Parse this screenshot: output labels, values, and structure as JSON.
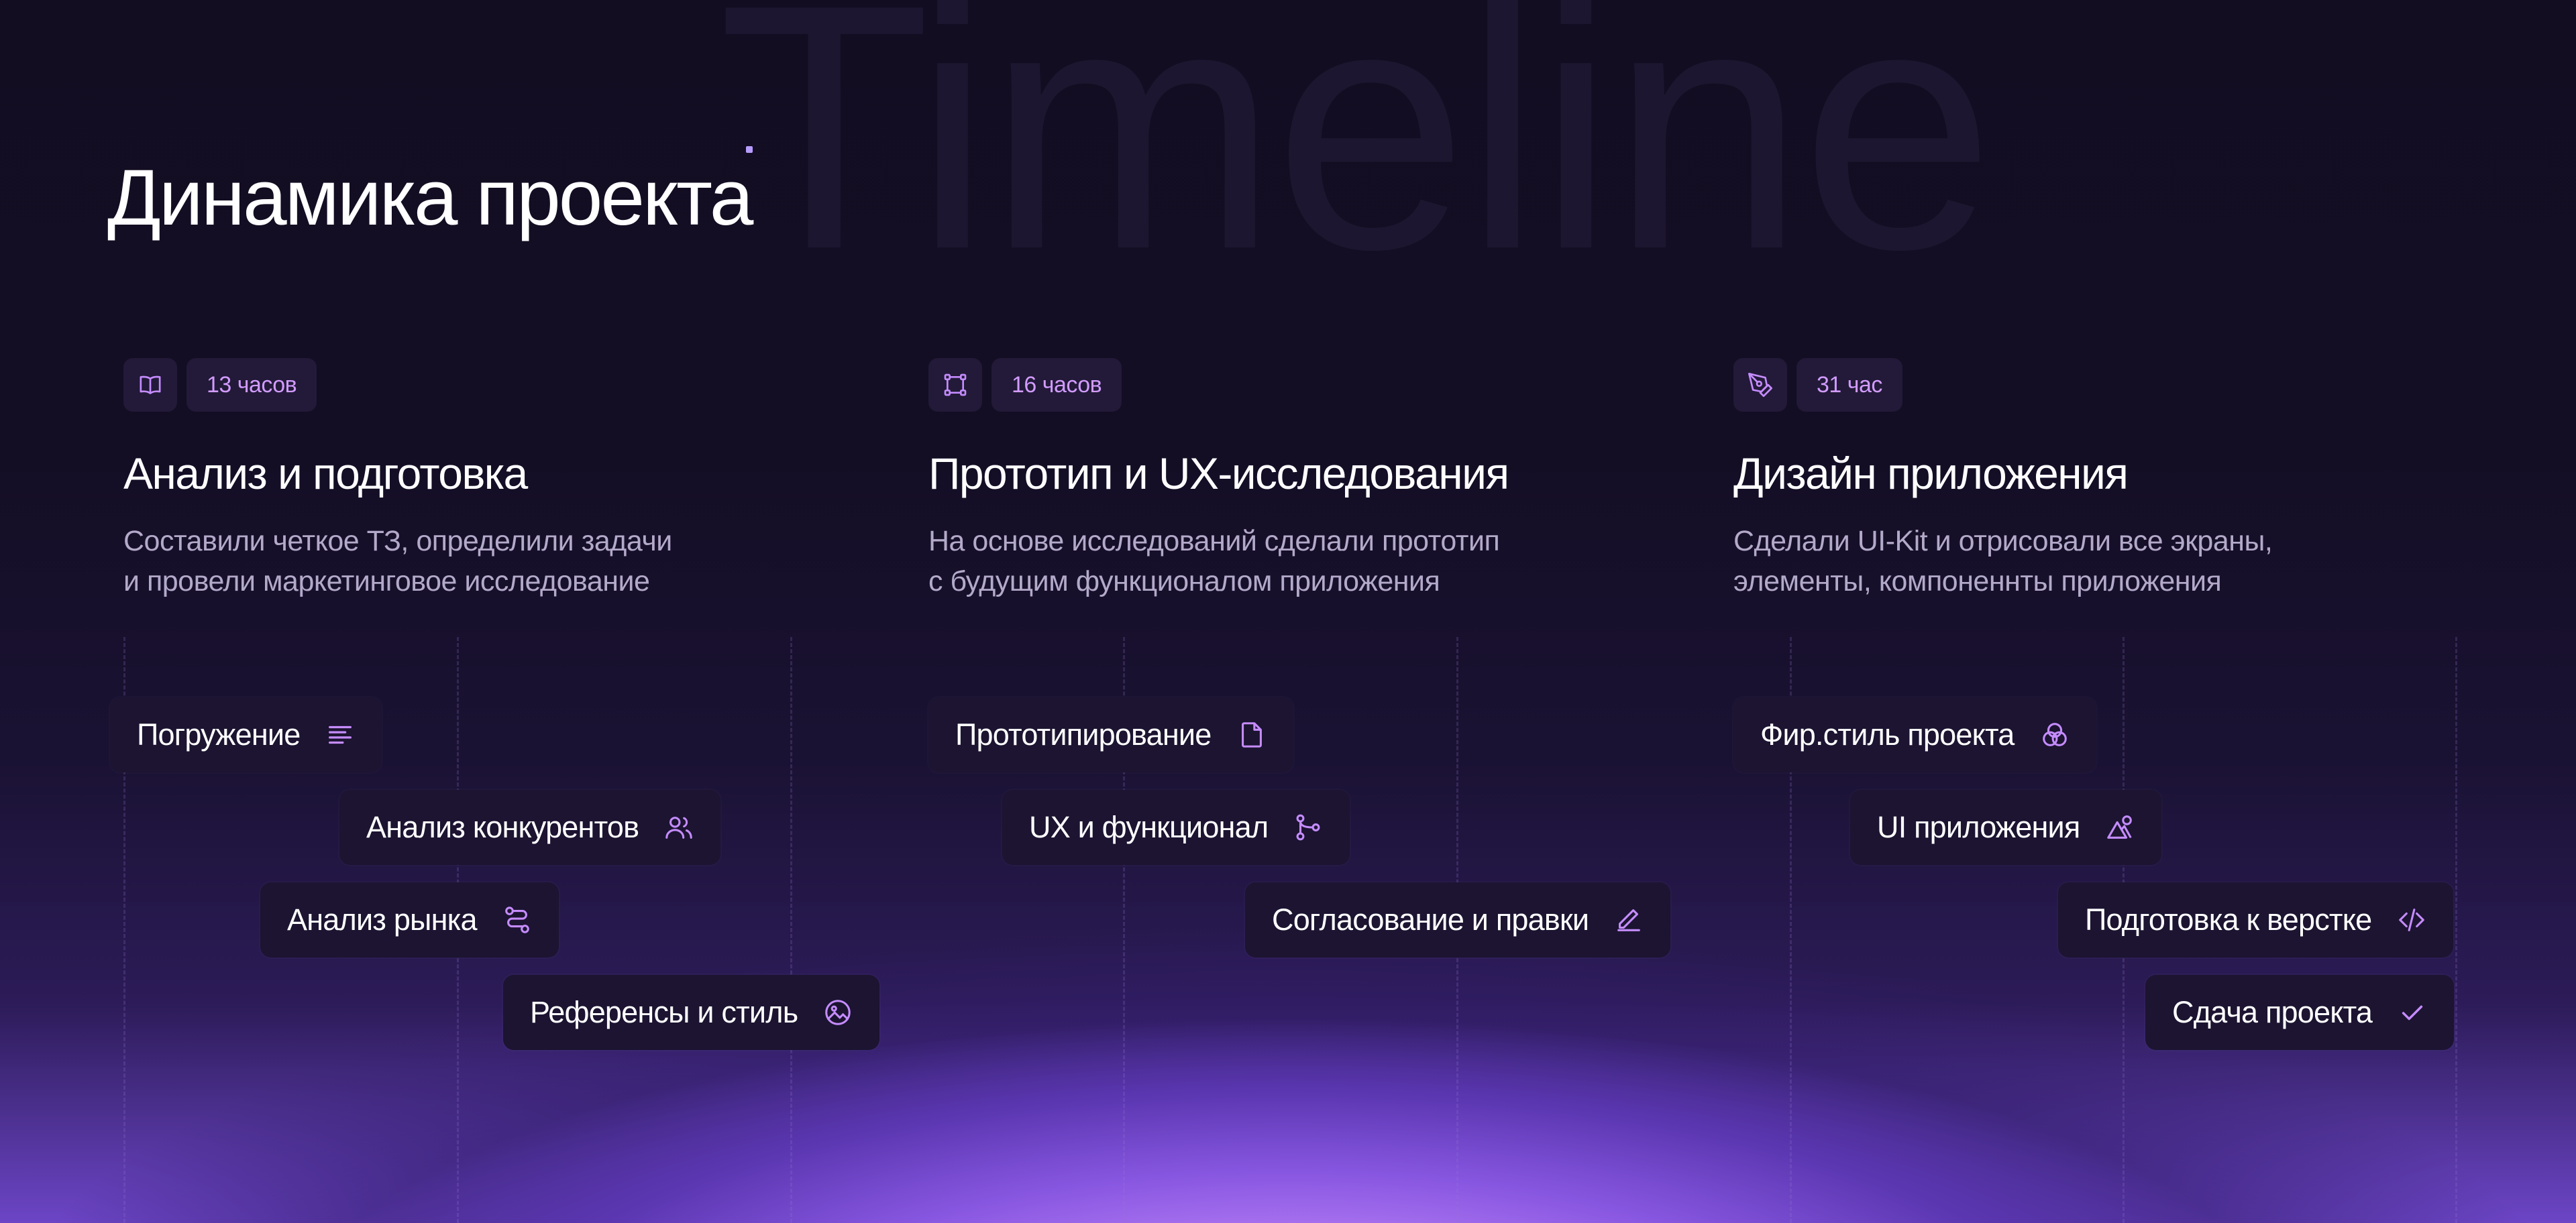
{
  "background_word": "Timeline",
  "page_title": "Динамика проекта",
  "colors": {
    "accent": "#c58cff",
    "background": "#130d22",
    "card": "#1c1431",
    "glow": "#b67cf6"
  },
  "columns": [
    {
      "icon": "book-open-icon",
      "hours": "13 часов",
      "title": "Анализ и подготовка",
      "description": [
        "Составили четкое ТЗ, определили задачи",
        "и провели маркетинговое исследование"
      ],
      "tasks": [
        {
          "label": "Погружение",
          "icon": "text-align-icon"
        },
        {
          "label": "Анализ конкурентов",
          "icon": "users-icon"
        },
        {
          "label": "Анализ рынка",
          "icon": "route-icon"
        },
        {
          "label": "Референсы и стиль",
          "icon": "image-icon"
        }
      ]
    },
    {
      "icon": "vector-frame-icon",
      "hours": "16 часов",
      "title": "Прототип и UX-исследования",
      "description": [
        "На основе исследований сделали прототип",
        "с будущим функционалом приложения"
      ],
      "tasks": [
        {
          "label": "Прототипирование",
          "icon": "document-icon"
        },
        {
          "label": "UX и функционал",
          "icon": "git-branch-icon"
        },
        {
          "label": "Согласование и правки",
          "icon": "pencil-icon"
        }
      ]
    },
    {
      "icon": "pen-tool-icon",
      "hours": "31 час",
      "title": "Дизайн приложения",
      "description": [
        "Сделали UI-Kit и отрисовали все экраны,",
        "элементы, компоненнты приложения"
      ],
      "tasks": [
        {
          "label": "Фир.стиль проекта",
          "icon": "circles-icon"
        },
        {
          "label": "UI приложения",
          "icon": "shapes-icon"
        },
        {
          "label": "Подготовка к верстке",
          "icon": "code-icon"
        },
        {
          "label": "Сдача проекта",
          "icon": "check-icon"
        }
      ]
    }
  ]
}
